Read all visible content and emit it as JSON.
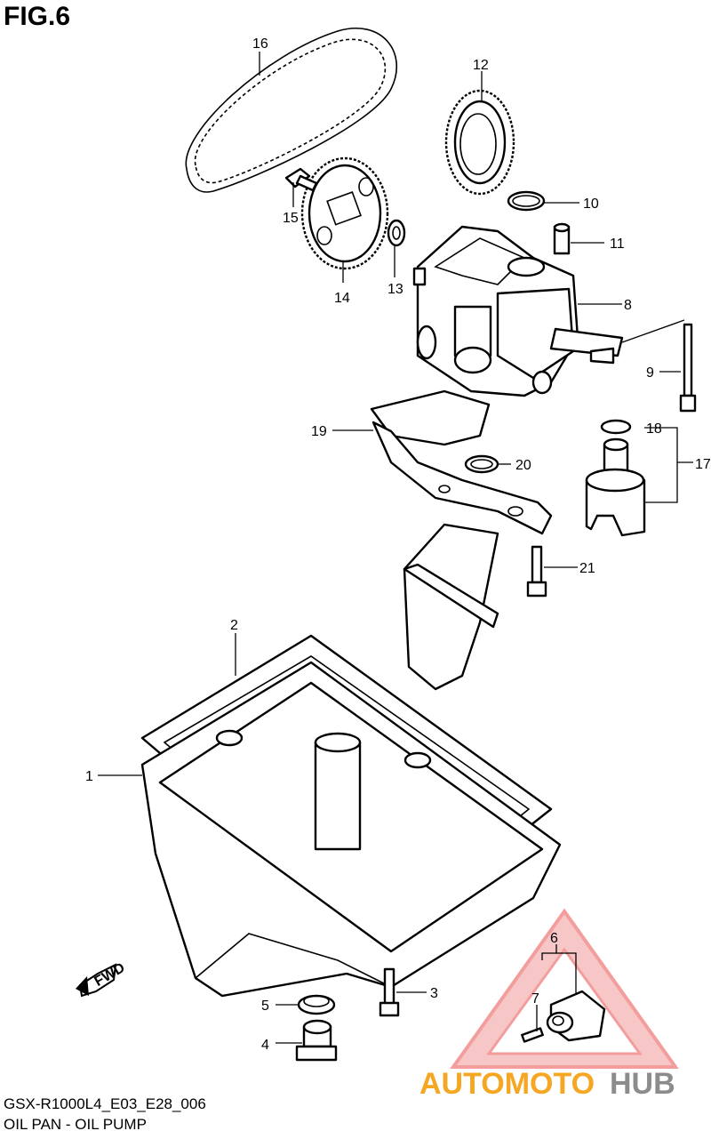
{
  "figure": {
    "title": "FIG.6"
  },
  "footer": {
    "code": "GSX-R1000L4_E03_E28_006",
    "description": "OIL PAN - OIL PUMP"
  },
  "fwd_label": "FWD",
  "callouts": [
    "1",
    "2",
    "3",
    "4",
    "5",
    "6",
    "7",
    "8",
    "9",
    "10",
    "11",
    "12",
    "13",
    "14",
    "15",
    "16",
    "17",
    "18",
    "19",
    "20",
    "21"
  ],
  "watermark": {
    "word1": "AUTOMOTO",
    "word2": "HUB",
    "colors": {
      "triangle": "#f08a8a",
      "word1": "#f5a623",
      "word2": "#8c8c8c"
    }
  }
}
